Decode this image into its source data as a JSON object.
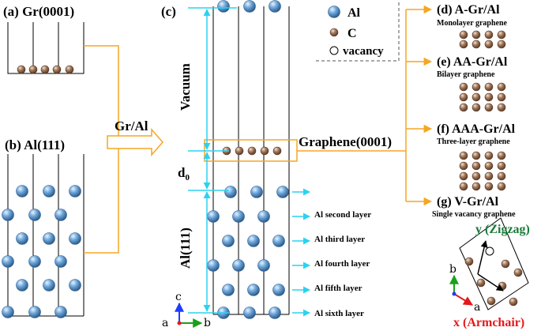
{
  "panels": {
    "a": "(a) Gr(0001)",
    "b": "(b) Al(111)",
    "c": "(c)",
    "d": "(d) A-Gr/Al",
    "e": "(e) AA-Gr/Al",
    "f": "(f) AAA-Gr/Al",
    "g": "(g) V-Gr/Al"
  },
  "subtitles": {
    "d": "Monolayer graphene",
    "e": "Bilayer graphene",
    "f": "Three-layer graphene",
    "g": "Single vacancy graphene"
  },
  "arrow_label": "Gr/Al",
  "vacuum": "Vacuum",
  "d0_main": "d",
  "d0_sub": "0",
  "al111": "Al(111)",
  "graphene_label": "Graphene(0001)",
  "legend": {
    "al": "Al",
    "c": "C",
    "vacancy": "vacancy"
  },
  "layers": [
    "Al second layer",
    "Al third layer",
    "Al fourth layer",
    "Al fifth layer",
    "Al sixth layer"
  ],
  "axes": {
    "a": "a",
    "b": "b",
    "c": "c"
  },
  "axes_g": {
    "b": "b",
    "a": "a",
    "y": "y (Zigzag)",
    "x": "x (Armchair)"
  },
  "colors": {
    "orange": "#f5a623",
    "cyan": "#2bd2f0",
    "al": "#5b9bd5",
    "carbon": "#a0785a",
    "green": "#1a7a3a",
    "red": "#e31a1c"
  }
}
